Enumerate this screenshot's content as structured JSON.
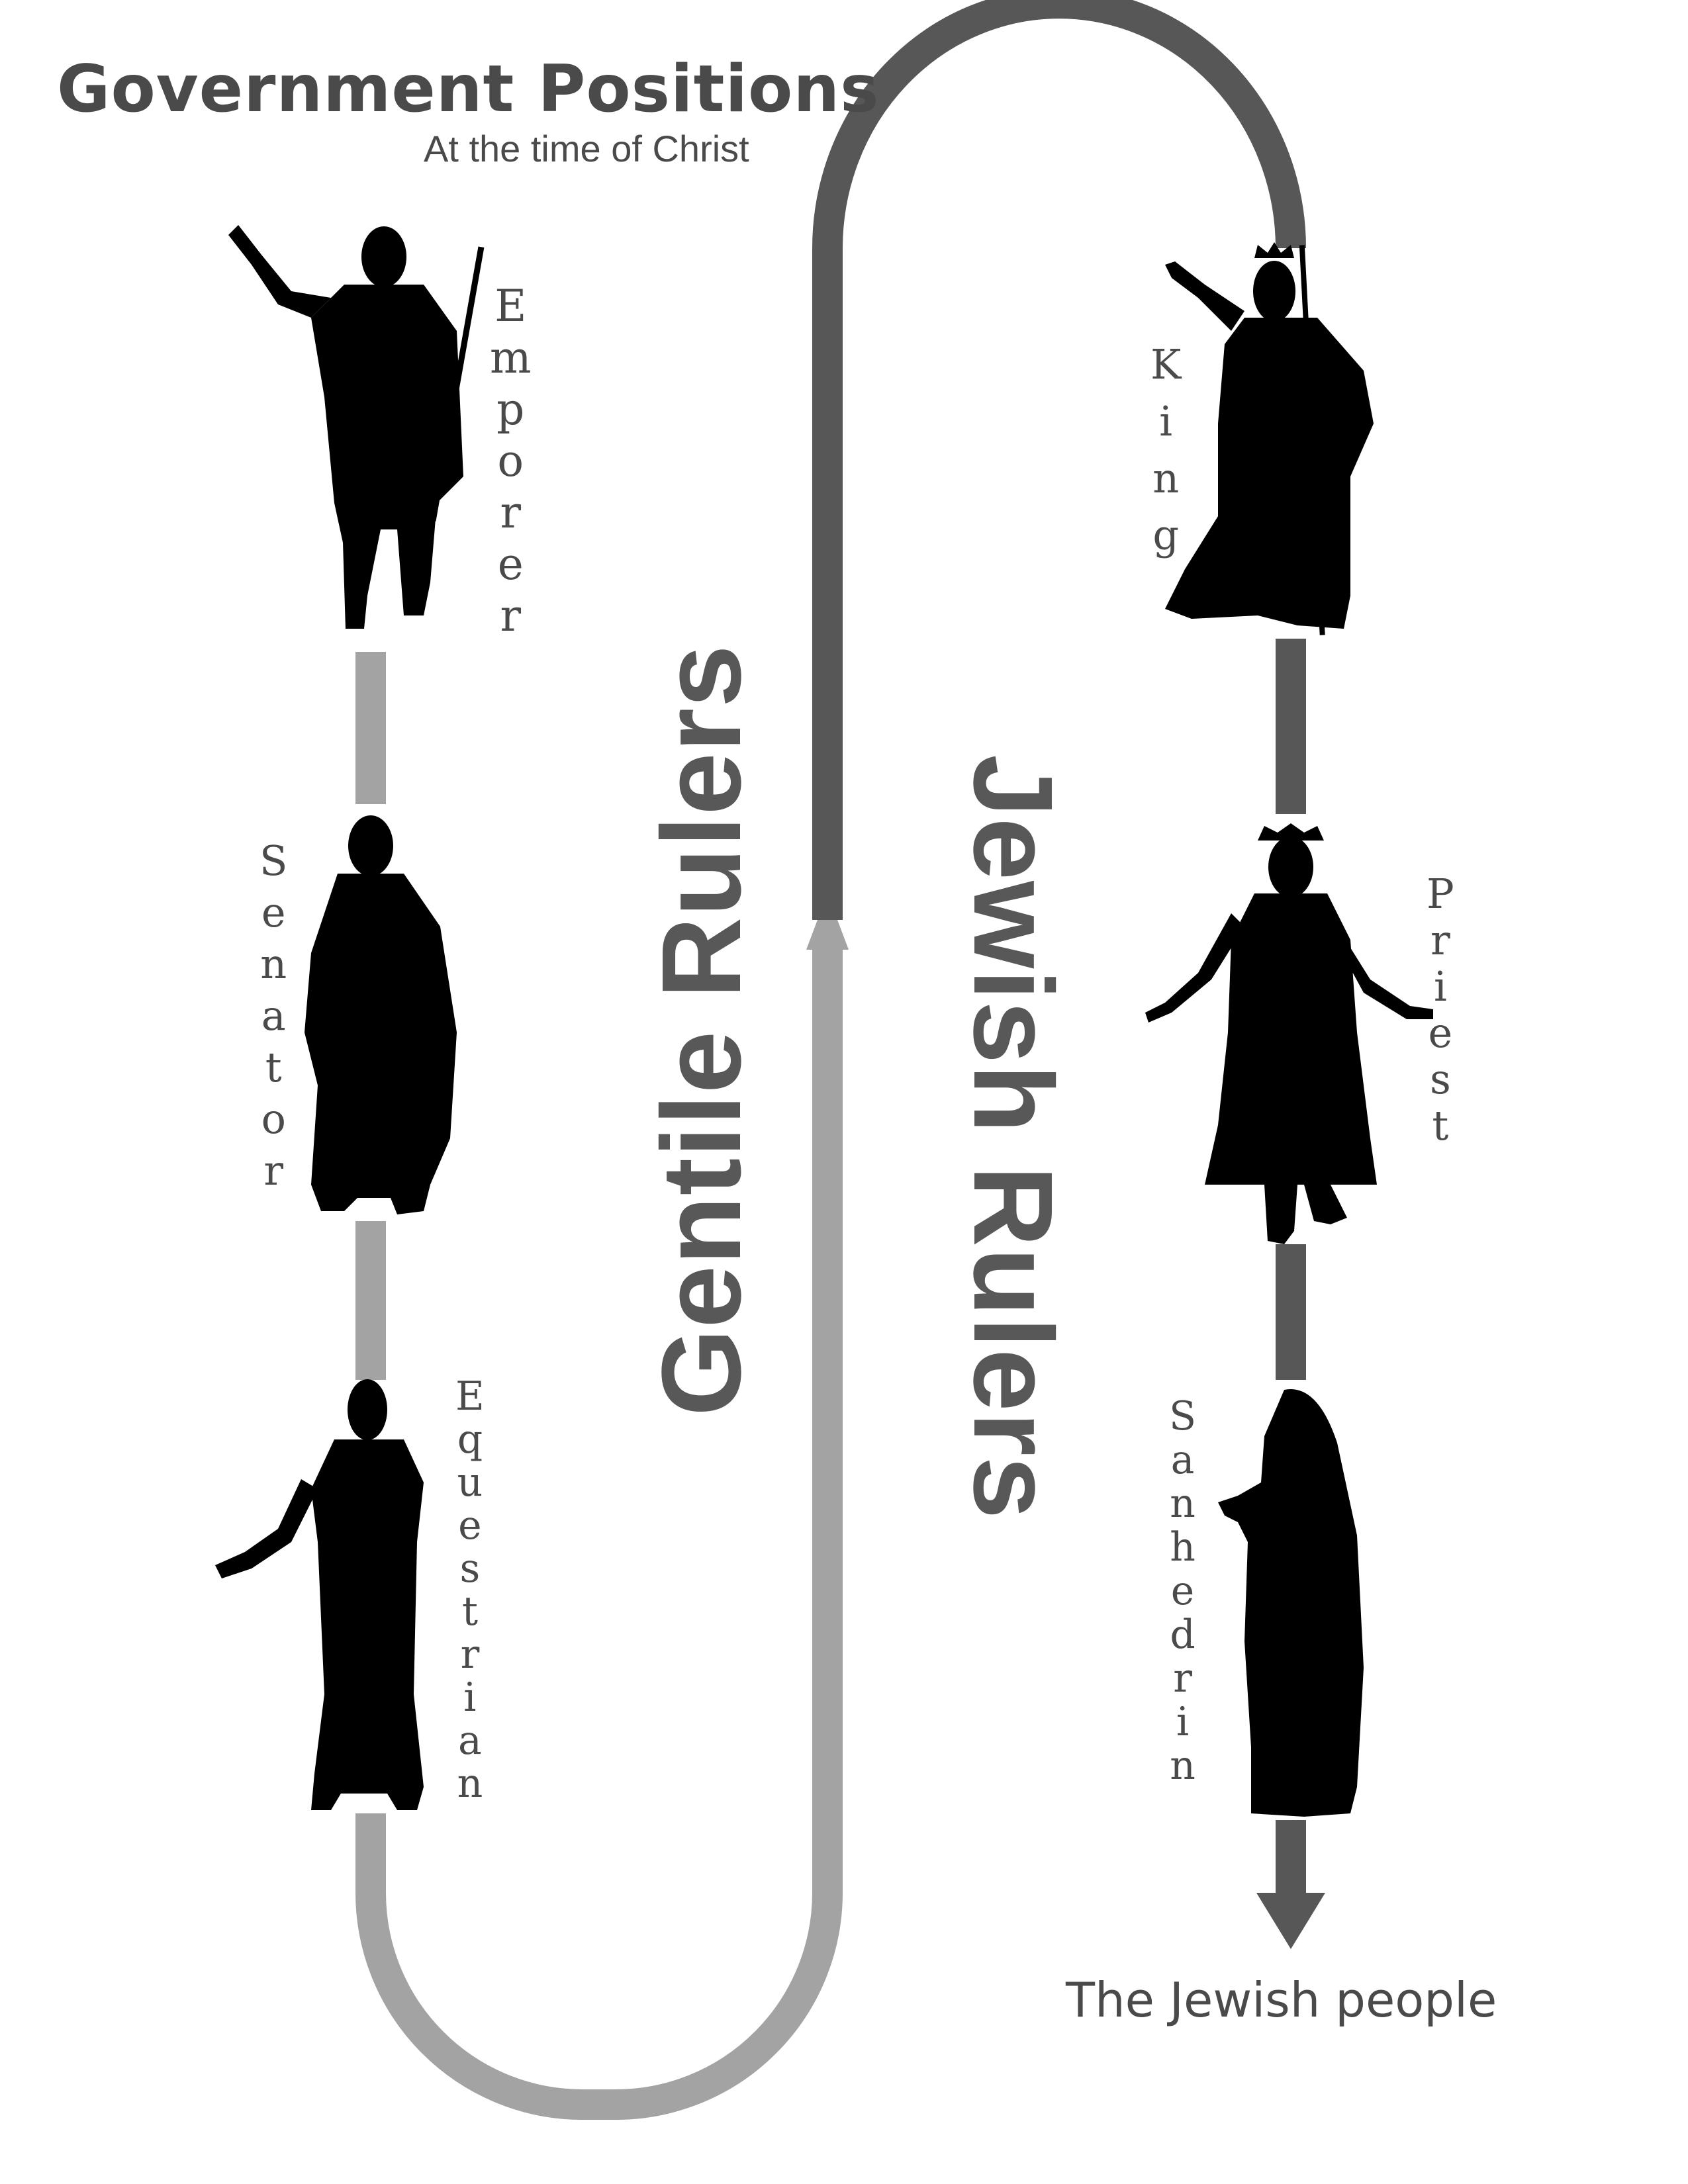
{
  "title": "Government Positions",
  "subtitle": "At the time of Christ",
  "groups": {
    "gentile": "Gentile Rulers",
    "jewish": "Jewish Rulers"
  },
  "roles": {
    "emporer": "Emporer",
    "senator": "Senator",
    "equestrian": "Equestrian",
    "king": "King",
    "priest": "Priest",
    "sanhedrin": "Sanhedrin"
  },
  "footer": "The Jewish people",
  "colors": {
    "gentile_path": "#a3a3a3",
    "jewish_path": "#575757",
    "silhouette": "#000000",
    "text": "#4a4a4a"
  }
}
